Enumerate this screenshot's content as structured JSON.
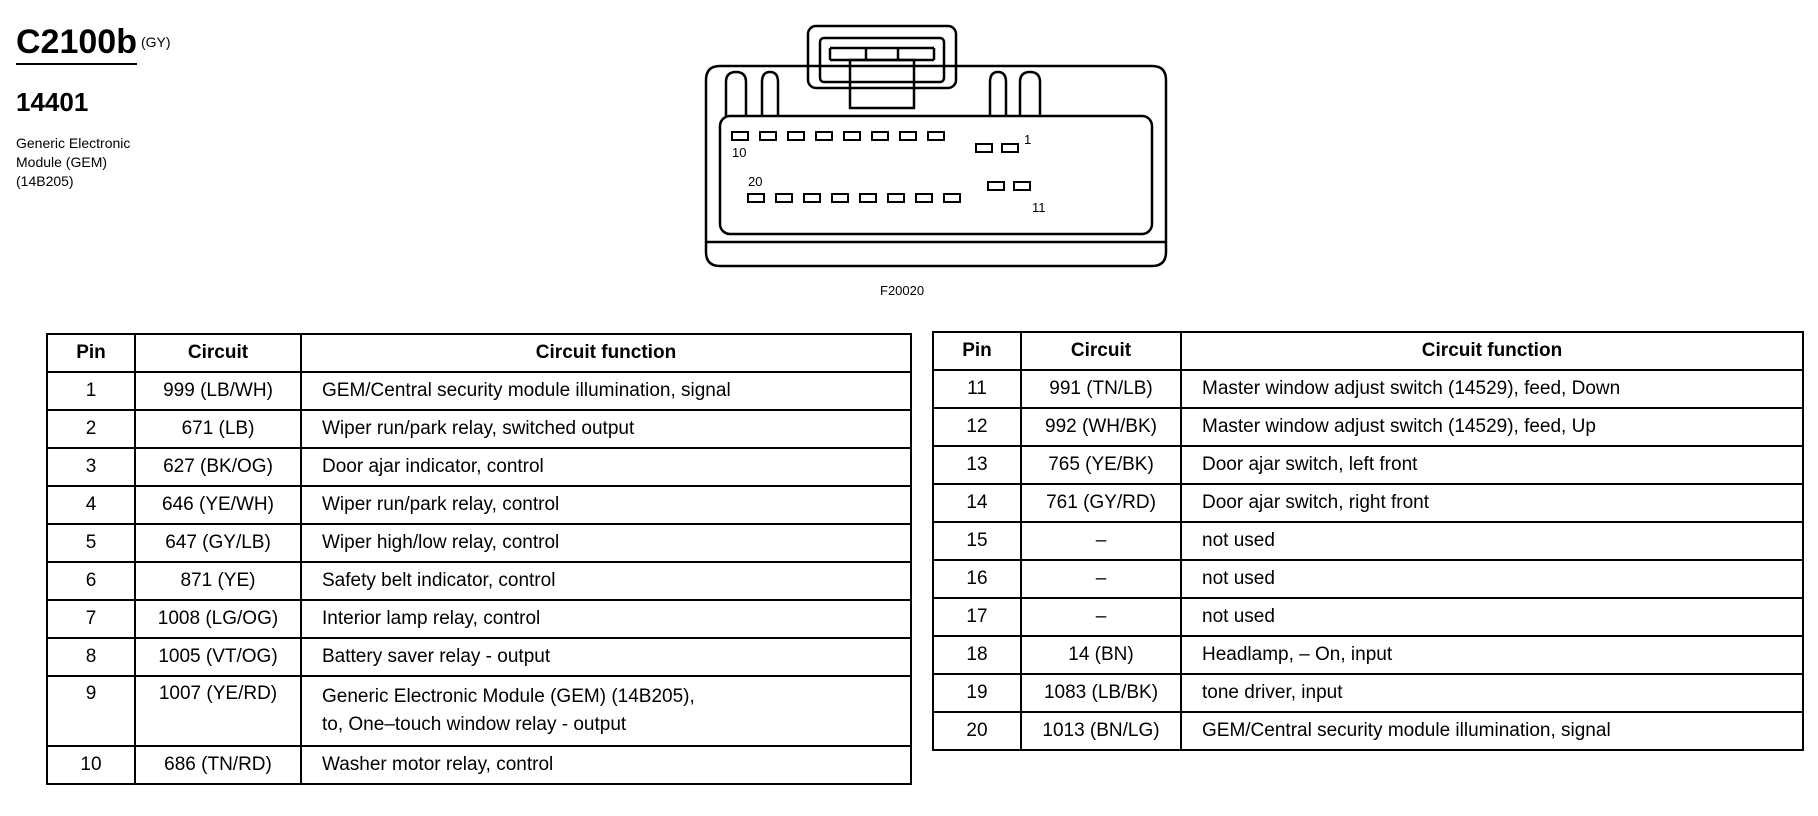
{
  "header": {
    "connector_id": "C2100b",
    "connector_color": "(GY)",
    "part_number": "14401",
    "description_lines": [
      "Generic Electronic",
      "Module (GEM)",
      "(14B205)"
    ]
  },
  "diagram": {
    "pin_labels": {
      "p1": "1",
      "p10": "10",
      "p11": "11",
      "p20": "20"
    },
    "figure_id": "F20020"
  },
  "columns": {
    "pin": "Pin",
    "circuit": "Circuit",
    "function": "Circuit function"
  },
  "table_left": [
    {
      "pin": "1",
      "circuit": "999 (LB/WH)",
      "function": [
        "GEM/Central security module illumination, signal"
      ]
    },
    {
      "pin": "2",
      "circuit": "671 (LB)",
      "function": [
        "Wiper run/park relay, switched output"
      ]
    },
    {
      "pin": "3",
      "circuit": "627 (BK/OG)",
      "function": [
        "Door ajar indicator, control"
      ]
    },
    {
      "pin": "4",
      "circuit": "646 (YE/WH)",
      "function": [
        "Wiper run/park relay, control"
      ]
    },
    {
      "pin": "5",
      "circuit": "647 (GY/LB)",
      "function": [
        "Wiper high/low relay, control"
      ]
    },
    {
      "pin": "6",
      "circuit": "871 (YE)",
      "function": [
        "Safety belt indicator, control"
      ]
    },
    {
      "pin": "7",
      "circuit": "1008 (LG/OG)",
      "function": [
        "Interior lamp relay, control"
      ]
    },
    {
      "pin": "8",
      "circuit": "1005 (VT/OG)",
      "function": [
        "Battery saver relay - output"
      ]
    },
    {
      "pin": "9",
      "circuit": "1007 (YE/RD)",
      "function": [
        "Generic Electronic Module (GEM) (14B205),",
        "to, One–touch window relay - output"
      ]
    },
    {
      "pin": "10",
      "circuit": "686 (TN/RD)",
      "function": [
        "Washer motor relay, control"
      ]
    }
  ],
  "table_right": [
    {
      "pin": "11",
      "circuit": "991 (TN/LB)",
      "function": [
        "Master window adjust switch (14529), feed, Down"
      ]
    },
    {
      "pin": "12",
      "circuit": "992 (WH/BK)",
      "function": [
        "Master window adjust switch (14529), feed, Up"
      ]
    },
    {
      "pin": "13",
      "circuit": "765 (YE/BK)",
      "function": [
        "Door ajar switch, left front"
      ]
    },
    {
      "pin": "14",
      "circuit": "761 (GY/RD)",
      "function": [
        "Door ajar switch, right front"
      ]
    },
    {
      "pin": "15",
      "circuit": "–",
      "function": [
        "not used"
      ]
    },
    {
      "pin": "16",
      "circuit": "–",
      "function": [
        "not used"
      ]
    },
    {
      "pin": "17",
      "circuit": "–",
      "function": [
        "not used"
      ]
    },
    {
      "pin": "18",
      "circuit": "14 (BN)",
      "function": [
        "Headlamp, – On, input"
      ]
    },
    {
      "pin": "19",
      "circuit": "1083 (LB/BK)",
      "function": [
        "tone driver, input"
      ]
    },
    {
      "pin": "20",
      "circuit": "1013 (BN/LG)",
      "function": [
        "GEM/Central security module illumination, signal"
      ]
    }
  ]
}
